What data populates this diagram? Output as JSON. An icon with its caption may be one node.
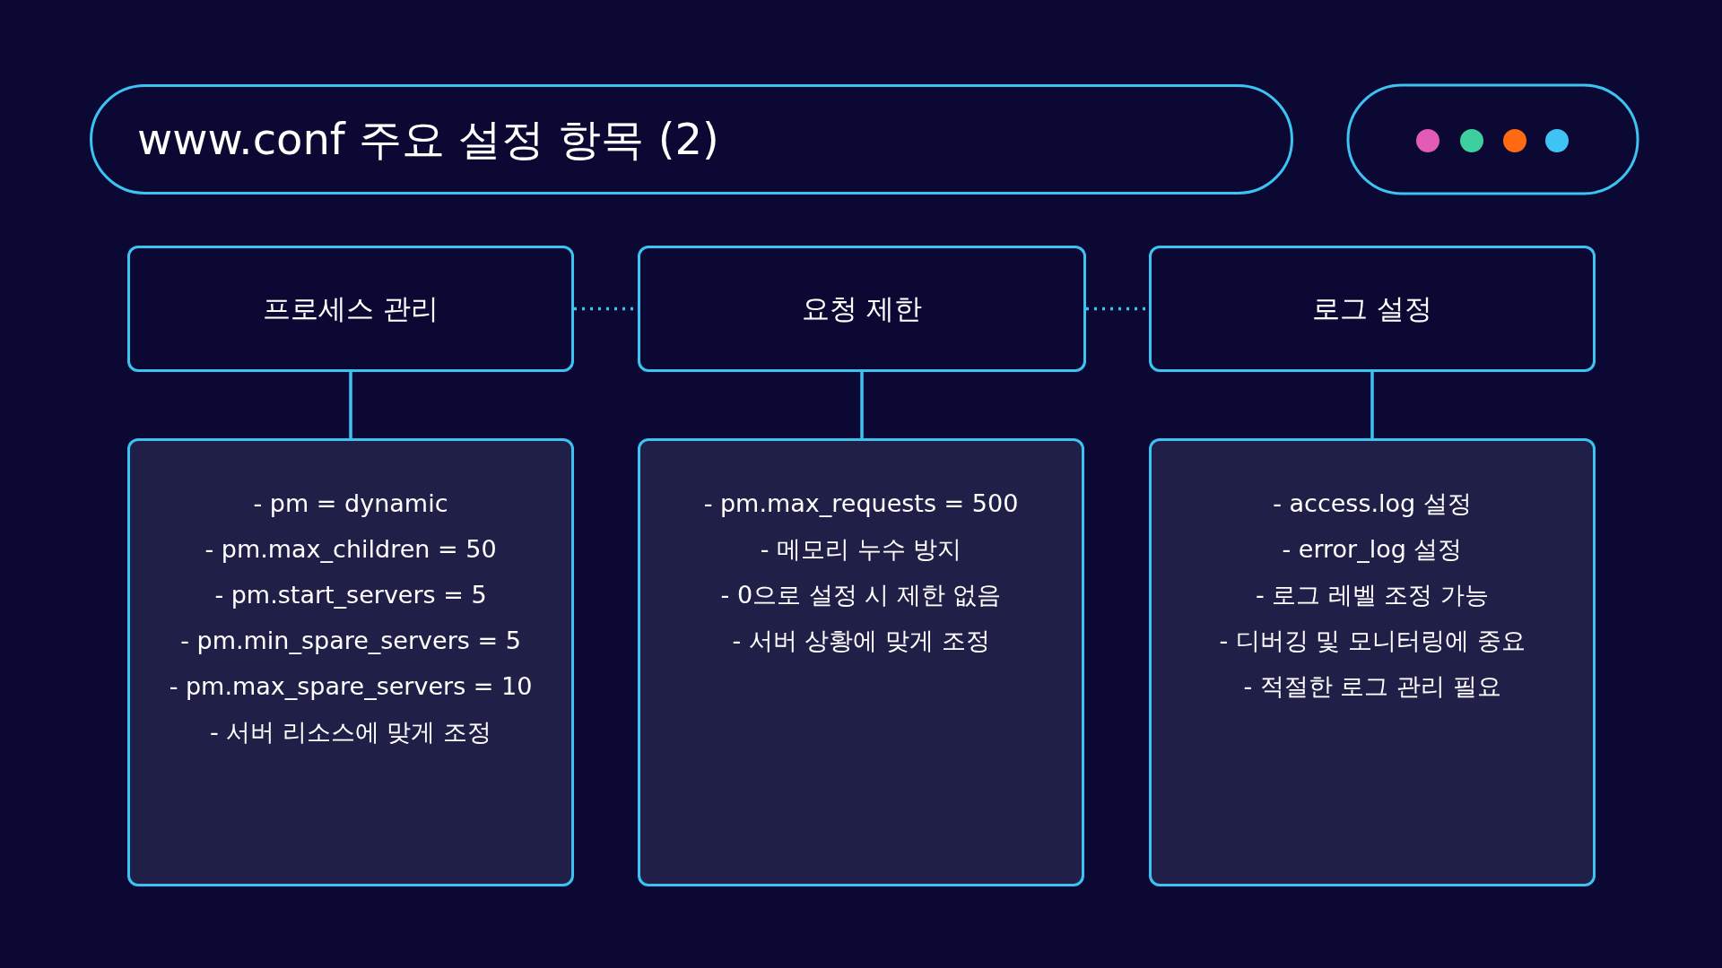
{
  "diagram": {
    "nodes": [
      {
        "text": [
          "www.conf 주요 설정 항목 (2)"
        ]
      },
      {
        "text": [
          "프로세스 관리"
        ]
      },
      {
        "text": [
          "요청 제한"
        ]
      },
      {
        "text": [
          "로그 설정"
        ]
      },
      {
        "text": [
          "- pm = dynamic",
          "- pm.max_children = 50",
          "- pm.start_servers = 5",
          "- pm.min_spare_servers = 5",
          "- pm.max_spare_servers = 10",
          "- 서버 리소스에 맞게 조정"
        ]
      },
      {
        "text": [
          "- pm.max_requests = 500",
          "- 메모리 누수 방지",
          "- 0으로 설정 시 제한 없음",
          "- 서버 상황에 맞게 조정"
        ]
      },
      {
        "text": [
          "- access.log 설정",
          "- error_log 설정",
          "- 로그 레벨 조정 가능",
          "- 디버깅 및 모니터링에 중요",
          "- 적절한 로그 관리 필요"
        ]
      }
    ],
    "edges": [
      {
        "from": 1,
        "to": 2,
        "arrow": "none",
        "style": "dashed"
      },
      {
        "from": 2,
        "to": 3,
        "arrow": "none",
        "style": "dashed"
      },
      {
        "from": 1,
        "to": 4,
        "arrow": "none"
      },
      {
        "from": 2,
        "to": 5,
        "arrow": "none"
      },
      {
        "from": 3,
        "to": 6,
        "arrow": "none"
      }
    ]
  }
}
